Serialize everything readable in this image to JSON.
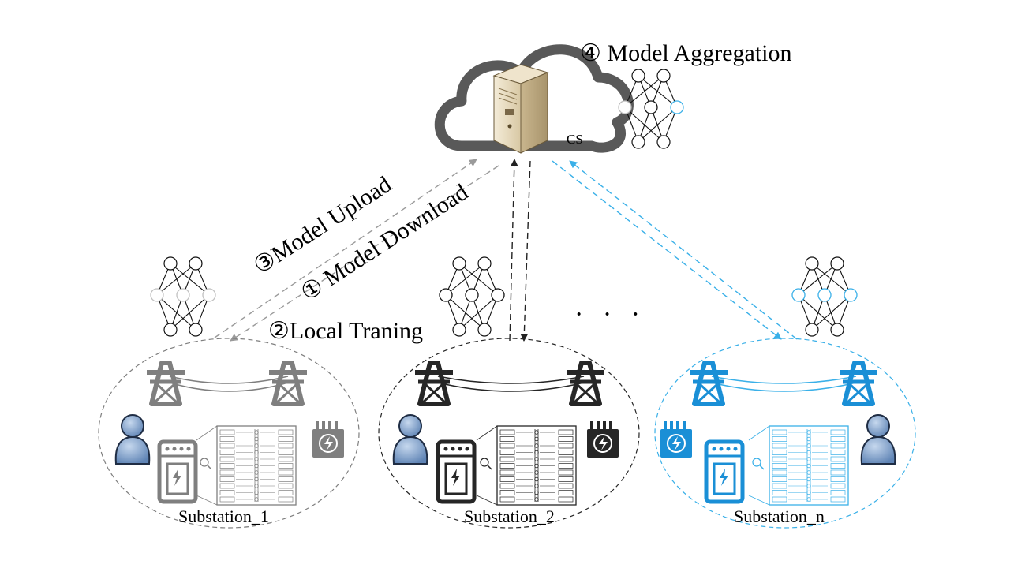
{
  "server": {
    "label": "CS"
  },
  "steps": {
    "aggregation": "④ Model Aggregation",
    "upload": "③Model Upload",
    "download": "① Model Download",
    "local_training": "②Local Traning"
  },
  "ellipsis": "· · ·",
  "substations": [
    {
      "label": "Substation_1",
      "color": "#7f7f7f"
    },
    {
      "label": "Substation_2",
      "color": "#262626"
    },
    {
      "label": "Substation_n",
      "color": "#1a8fd6"
    }
  ],
  "colors": {
    "cloud": "#595959",
    "server": "#e8dcc2",
    "highlight": "#3ab0e8",
    "arrow_sub1": "#9a9a9a",
    "arrow_sub2": "#222222",
    "arrow_subn": "#3ab0e8"
  }
}
